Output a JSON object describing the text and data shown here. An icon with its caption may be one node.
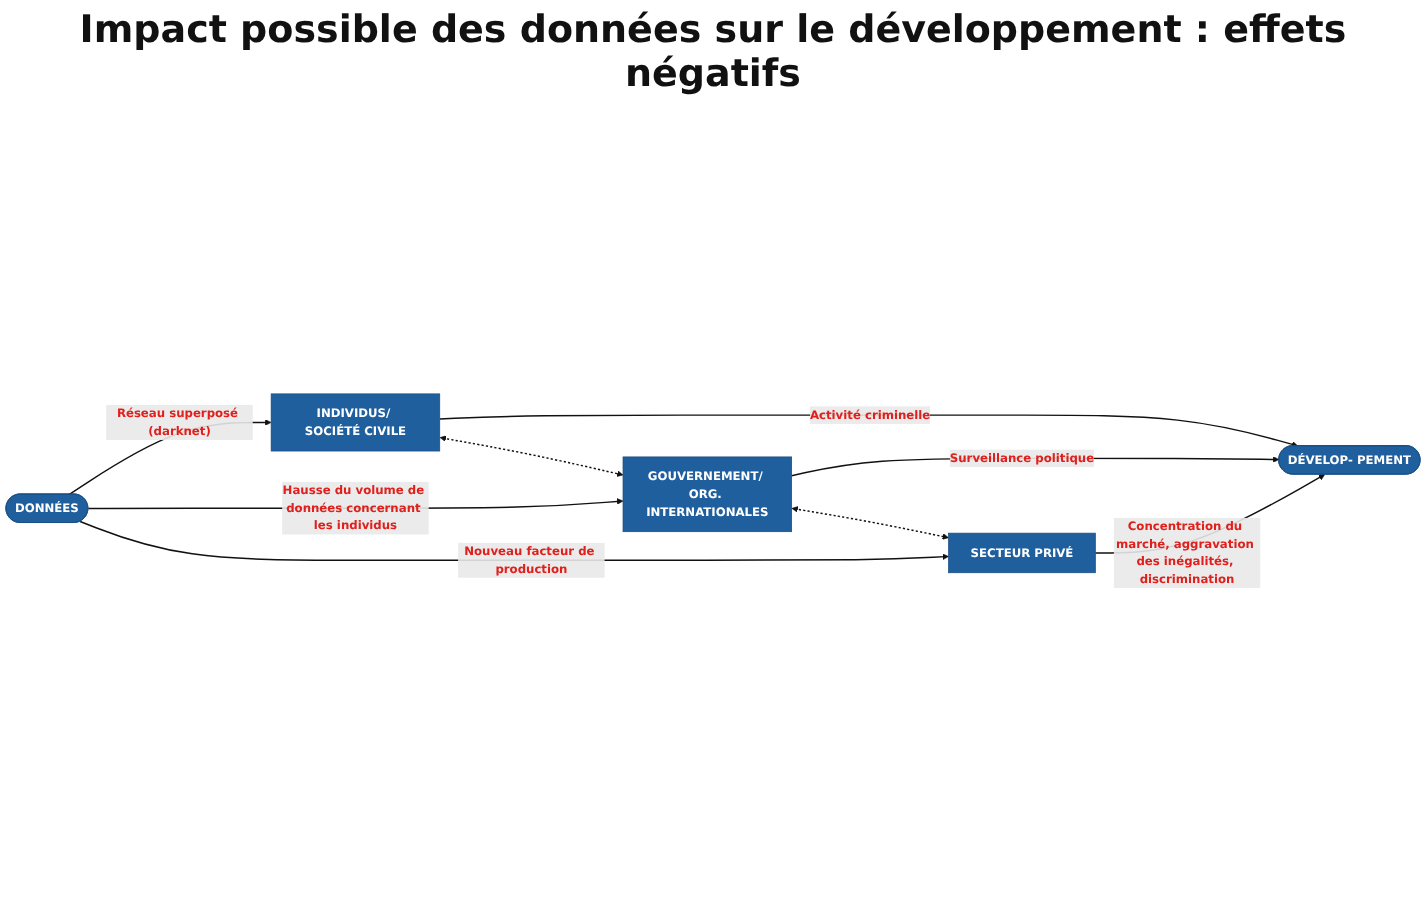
{
  "diagram": {
    "title": "Impact possible des données sur le développement : effets négatifs",
    "nodes": [
      {
        "text": [
          "DONNÉES"
        ]
      },
      {
        "text": [
          "INDIVIDUS/ SOCIÉTÉ CIVILE"
        ]
      },
      {
        "text": [
          "GOUVERNEMENT/ ORG. INTERNATIONALES"
        ]
      },
      {
        "text": [
          "SECTEUR PRIVÉ"
        ]
      },
      {
        "text": [
          "DÉVELOP- PEMENT"
        ]
      }
    ],
    "edges": [
      {
        "from": 0,
        "to": 1,
        "arrow": "to",
        "label": "Réseau superposé (darknet)"
      },
      {
        "from": 0,
        "to": 2,
        "arrow": "to",
        "label": "Hausse du volume de données concernant les individus"
      },
      {
        "from": 0,
        "to": 3,
        "arrow": "to",
        "label": "Nouveau facteur de production"
      },
      {
        "from": 1,
        "to": 4,
        "arrow": "to",
        "label": "Activité criminelle"
      },
      {
        "from": 2,
        "to": 4,
        "arrow": "to",
        "label": "Surveillance politique"
      },
      {
        "from": 3,
        "to": 4,
        "arrow": "to",
        "label": "Concentration du marché, aggravation des inégalités, discrimination"
      },
      {
        "from": 1,
        "to": 2,
        "arrow": "both",
        "style": "dashed"
      },
      {
        "from": 2,
        "to": 3,
        "arrow": "both",
        "style": "dashed"
      }
    ]
  }
}
